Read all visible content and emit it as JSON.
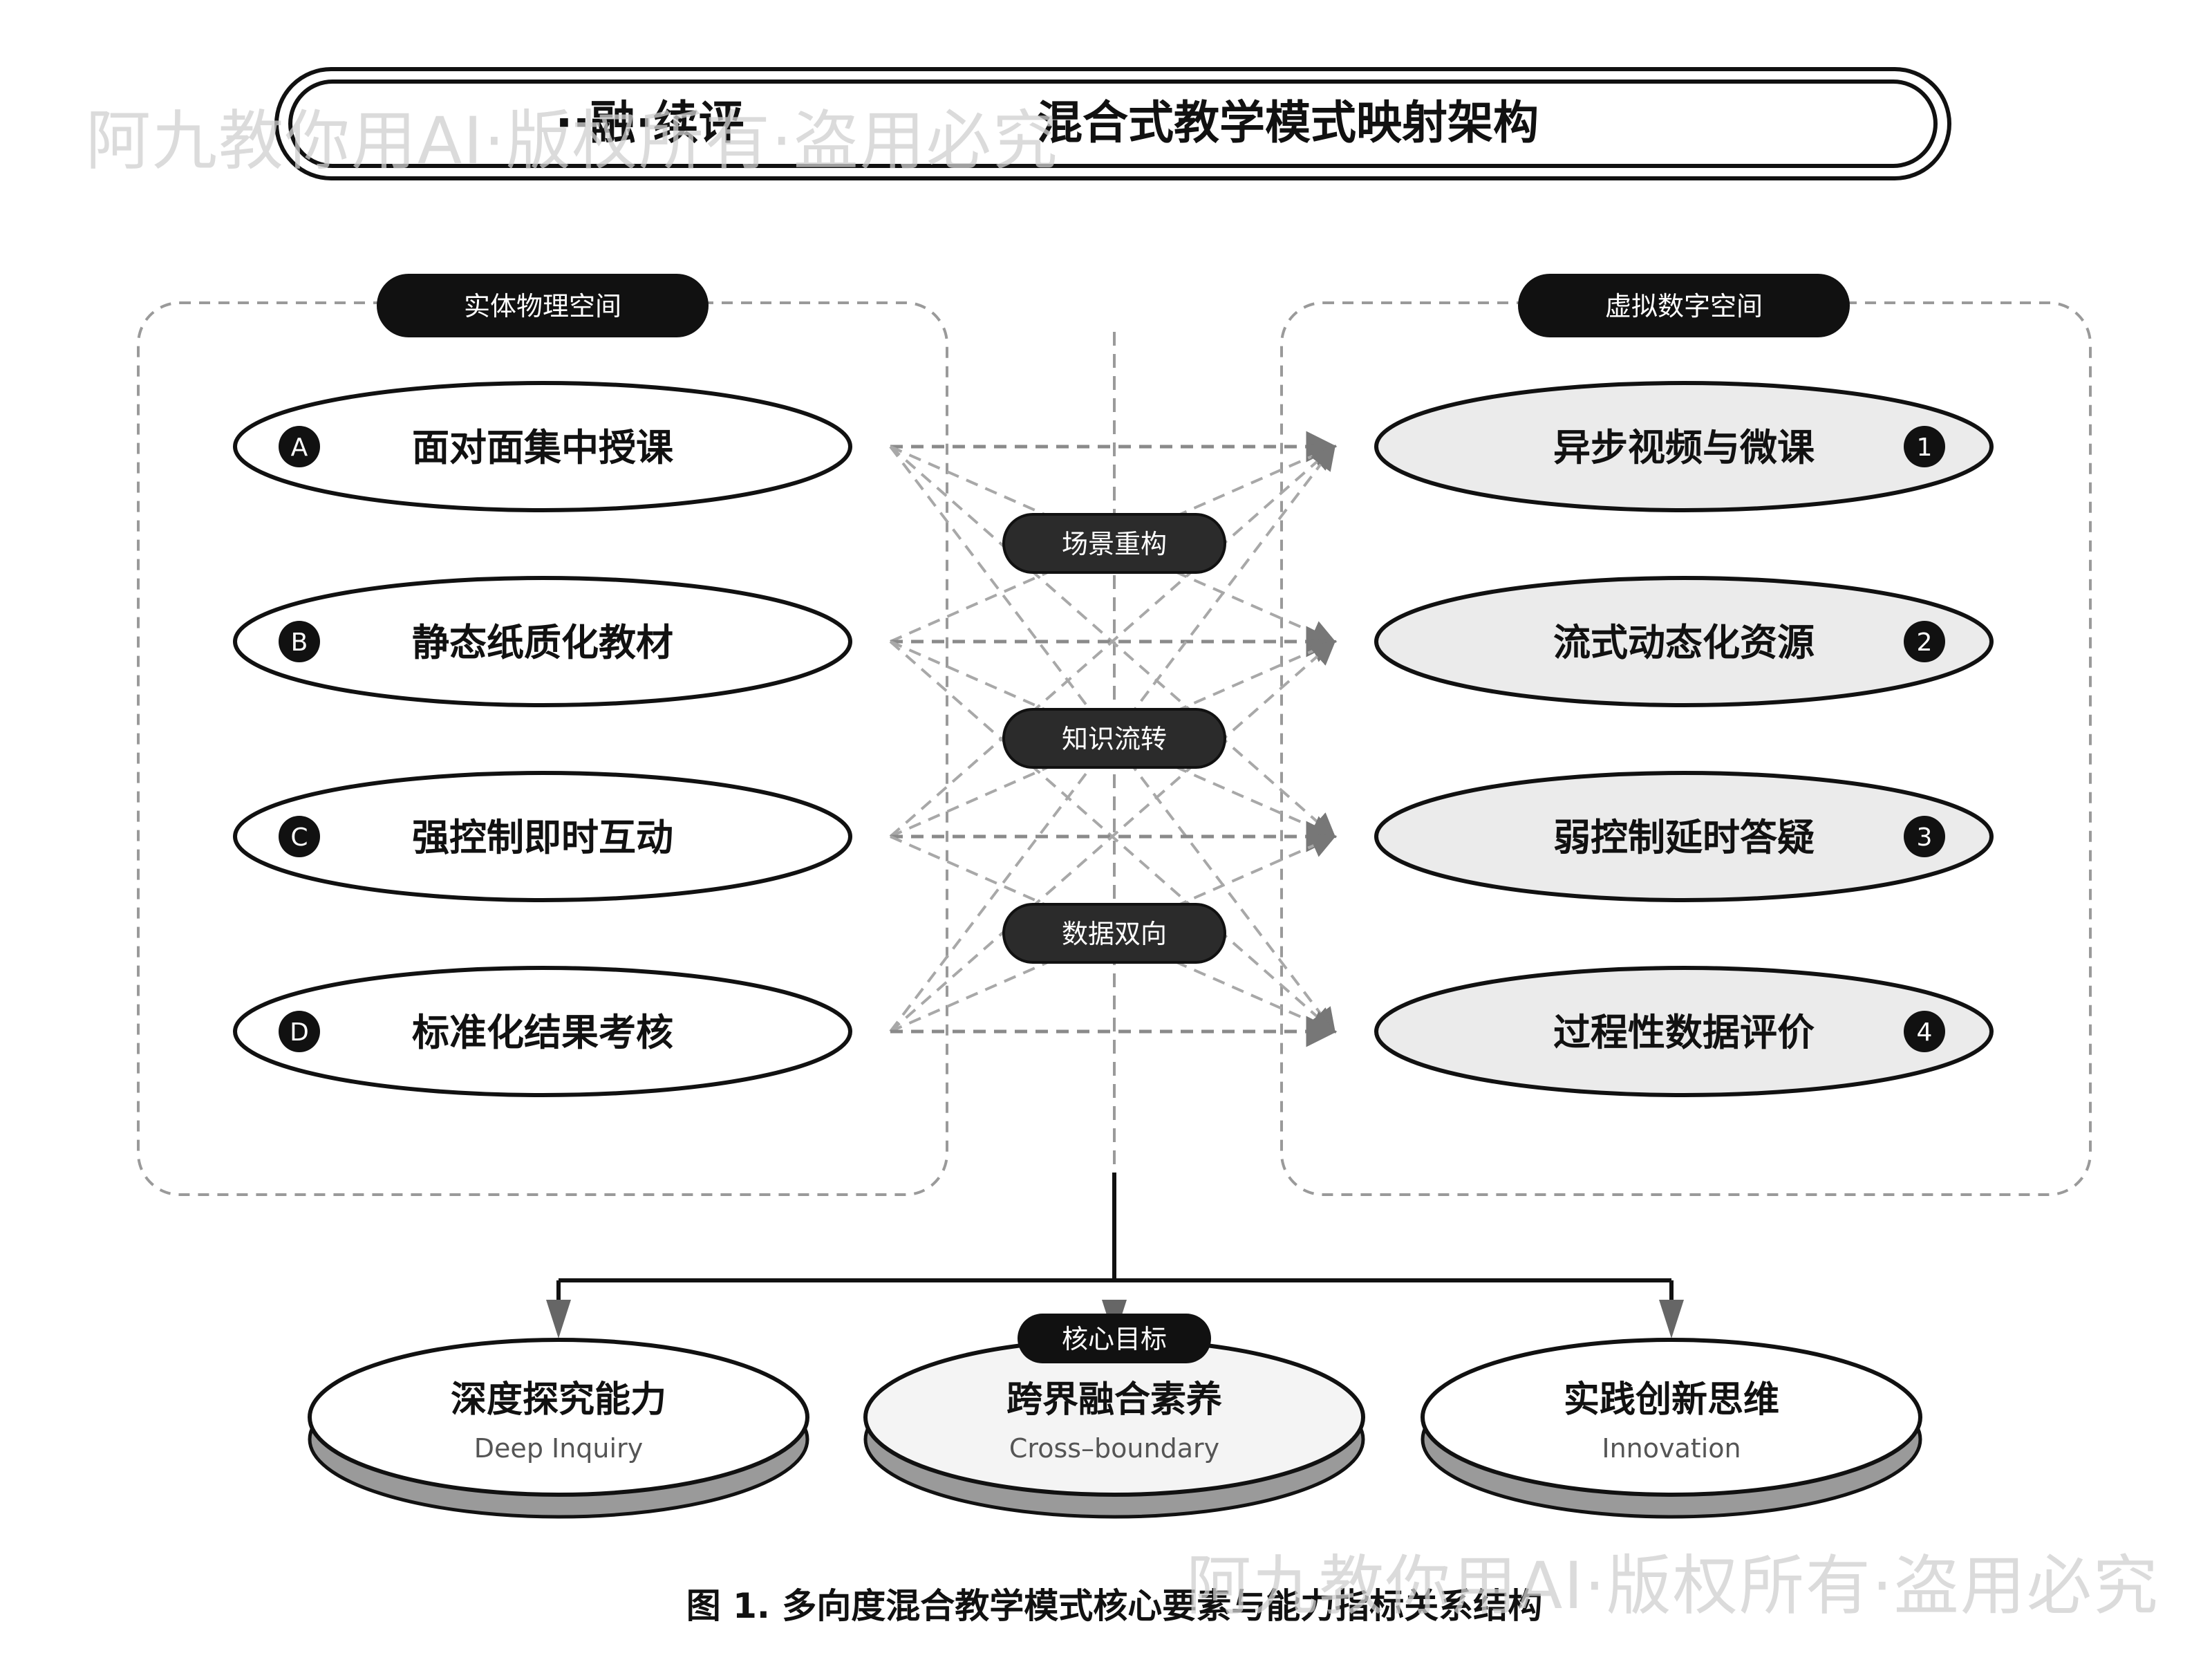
{
  "title": {
    "partial_prefix": "··融·续评",
    "text": "混合式教学模式映射架构"
  },
  "watermark": "阿九教你用AI·版权所有·盗用必究",
  "physical": {
    "label": "实体物理空间",
    "items": [
      {
        "badge": "A",
        "text": "面对面集中授课"
      },
      {
        "badge": "B",
        "text": "静态纸质化教材"
      },
      {
        "badge": "C",
        "text": "强控制即时互动"
      },
      {
        "badge": "D",
        "text": "标准化结果考核"
      }
    ]
  },
  "digital": {
    "label": "虚拟数字空间",
    "items": [
      {
        "badge": "1",
        "text": "异步视频与微课"
      },
      {
        "badge": "2",
        "text": "流式动态化资源"
      },
      {
        "badge": "3",
        "text": "弱控制延时答疑"
      },
      {
        "badge": "4",
        "text": "过程性数据评价"
      }
    ]
  },
  "connectors": [
    "场景重构",
    "知识流转",
    "数据双向"
  ],
  "core_goal_label": "核心目标",
  "goals": [
    {
      "title": "深度探究能力",
      "subtitle": "Deep Inquiry"
    },
    {
      "title": "跨界融合素养",
      "subtitle": "Cross–boundary"
    },
    {
      "title": "实践创新思维",
      "subtitle": "Innovation"
    }
  ],
  "caption": "图 1. 多向度混合教学模式核心要素与能力指标关系结构",
  "colors": {
    "dark": "#111111",
    "pill": "#2b2b2b",
    "digital_fill": "#ebebeb",
    "dash": "#9a9a9a",
    "disc_shadow": "#9a9a9a",
    "mid_disc": "#f4f4f4"
  }
}
